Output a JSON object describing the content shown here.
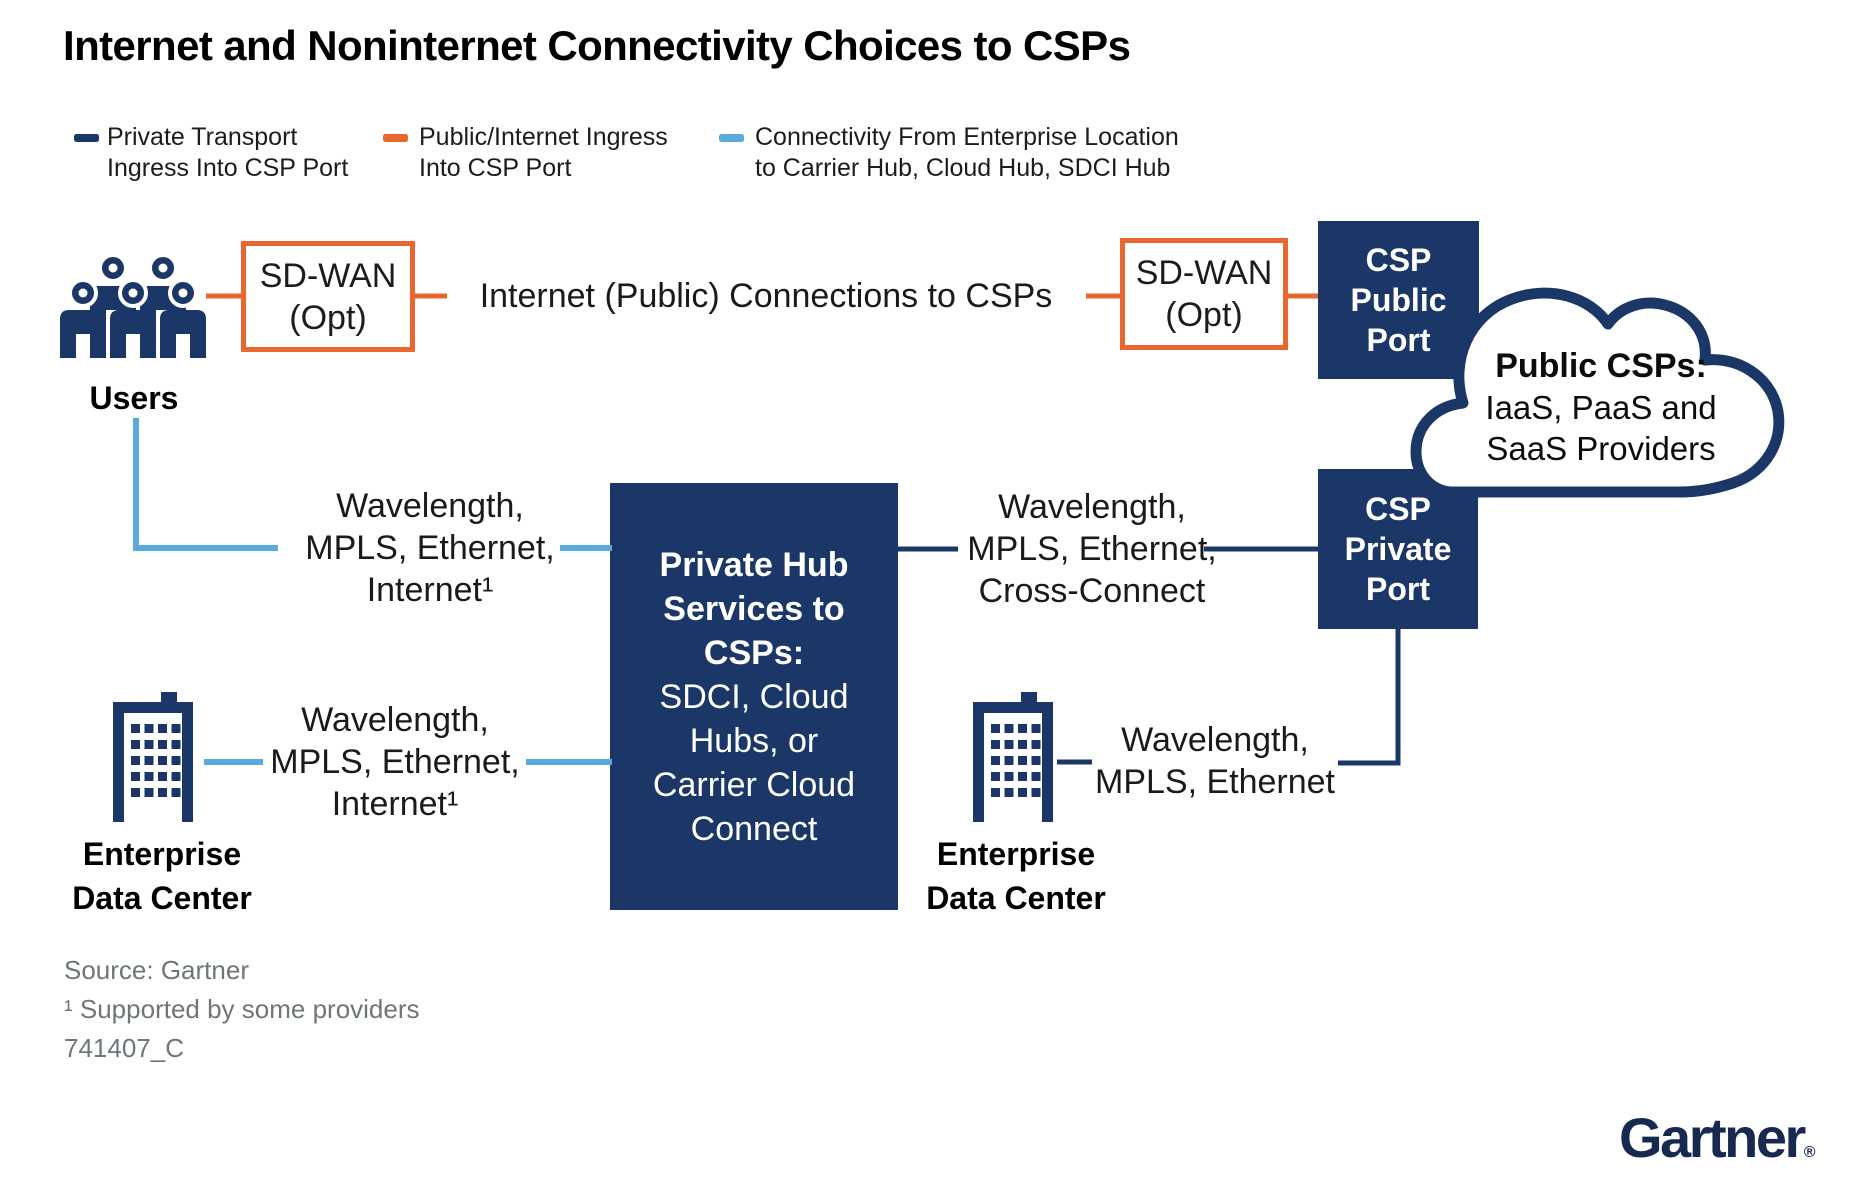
{
  "title": "Internet and Noninternet Connectivity Choices to CSPs",
  "colors": {
    "navy": "#1B3767",
    "orange": "#E8672F",
    "light_blue": "#5BA9DE",
    "text": "#1A1A18",
    "gray": "#6E767A",
    "logo_navy": "#17294F"
  },
  "legend": {
    "items": [
      {
        "color_key": "colors.navy",
        "line1": "Private Transport",
        "line2": "Ingress Into CSP Port"
      },
      {
        "color_key": "colors.orange",
        "line1": "Public/Internet Ingress",
        "line2": "Into CSP Port"
      },
      {
        "color_key": "colors.light_blue",
        "line1": "Connectivity From Enterprise Location",
        "line2": "to Carrier Hub, Cloud Hub, SDCI Hub"
      }
    ]
  },
  "nodes": {
    "users": {
      "label": "Users"
    },
    "sdwan_left": {
      "line1": "SD-WAN",
      "line2": "(Opt)"
    },
    "sdwan_right": {
      "line1": "SD-WAN",
      "line2": "(Opt)"
    },
    "csp_public_port": {
      "line1": "CSP",
      "line2": "Public",
      "line3": "Port"
    },
    "csp_private_port": {
      "line1": "CSP",
      "line2": "Private",
      "line3": "Port"
    },
    "public_csps_cloud": {
      "title": "Public CSPs:",
      "line2": "IaaS, PaaS and",
      "line3": "SaaS Providers"
    },
    "private_hub": {
      "bold1": "Private Hub",
      "bold2": "Services to",
      "bold3": "CSPs:",
      "reg1": "SDCI, Cloud",
      "reg2": "Hubs, or",
      "reg3": "Carrier Cloud",
      "reg4": "Connect"
    },
    "enterprise_dc_left": {
      "line1": "Enterprise",
      "line2": "Data Center"
    },
    "enterprise_dc_right": {
      "line1": "Enterprise",
      "line2": "Data Center"
    }
  },
  "edges": {
    "internet_public": {
      "label": "Internet (Public) Connections to CSPs"
    },
    "left_upper": {
      "line1": "Wavelength,",
      "line2": "MPLS, Ethernet,",
      "line3": "Internet¹"
    },
    "left_lower": {
      "line1": "Wavelength,",
      "line2": "MPLS, Ethernet,",
      "line3": "Internet¹"
    },
    "right_upper": {
      "line1": "Wavelength,",
      "line2": "MPLS, Ethernet,",
      "line3": "Cross-Connect"
    },
    "right_lower": {
      "line1": "Wavelength,",
      "line2": "MPLS, Ethernet"
    }
  },
  "footer": {
    "source": "Source: Gartner",
    "note": "¹ Supported by some providers",
    "doc_id": "741407_C"
  },
  "logo": {
    "text": "Gartner",
    "registered": "®"
  }
}
